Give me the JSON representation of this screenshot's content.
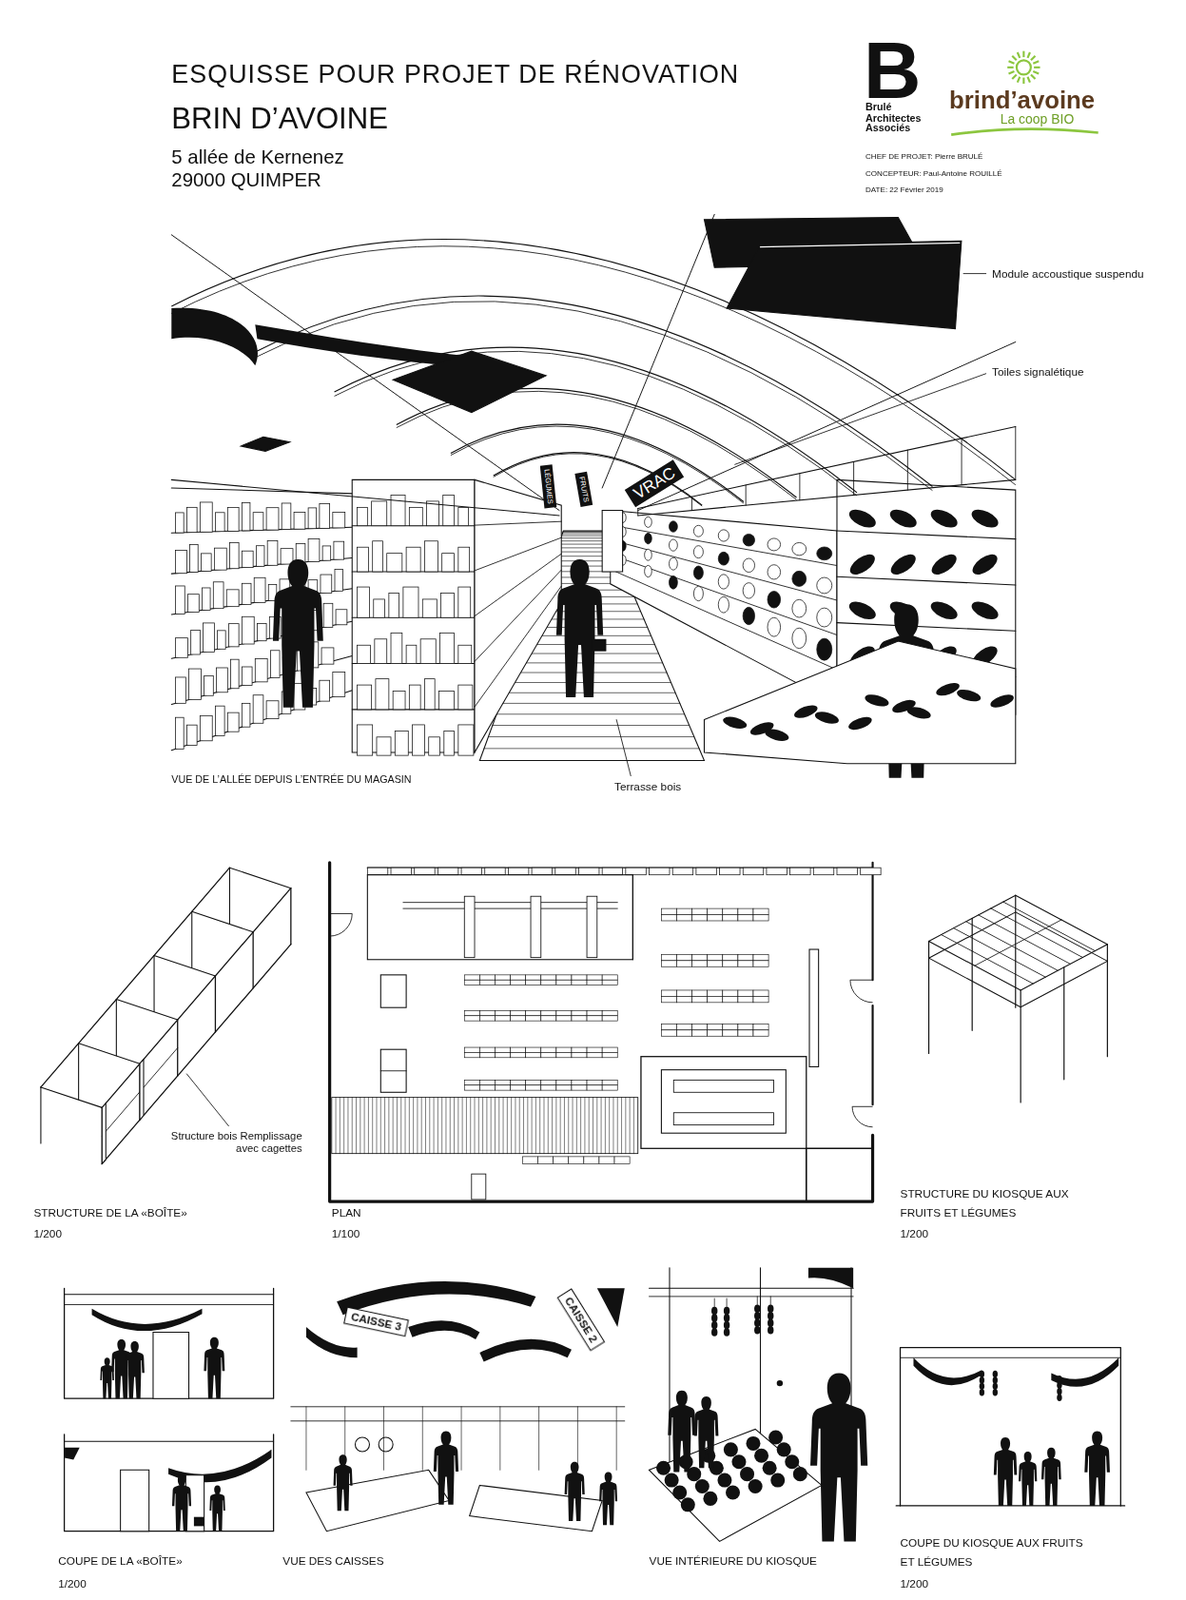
{
  "diagram": {
    "title": "ESQUISSE POUR PROJET DE RÉNOVATION",
    "labels": [
      "BRIN D’AVOINE",
      "5 allée de Kernenez",
      "29000 QUIMPER",
      "B",
      "Brulé Architectes Associés",
      "brind’avoine",
      "La coop BIO",
      "CHEF DE PROJET: Pierre BRULÉ",
      "CONCEPTEUR: Paul-Antoine ROUILLÉ",
      "DATE: 22 Février 2019",
      "Module accoustique suspendu",
      "Toiles signalétique",
      "VRAC",
      "LÉGUMES",
      "FRUITS",
      "VUE DE L’ALLÉE DEPUIS L’ENTRÉE DU MAGASIN",
      "Terrasse bois",
      "Structure bois Remplissage avec cagettes",
      "STRUCTURE DE LA «BOÎTE»",
      "1/200",
      "PLAN",
      "1/100",
      "STRUCTURE DU KIOSQUE AUX FRUITS ET LÉGUMES",
      "1/200",
      "COUPE DE LA «BOÎTE»",
      "1/200",
      "VUE DES CAISSES",
      "CAISSE 3",
      "CAISSE 2",
      "VUE INTÉRIEURE DU KIOSQUE",
      "COUPE DU KIOSQUE AUX FRUITS ET LÉGUMES",
      "1/200"
    ]
  }
}
